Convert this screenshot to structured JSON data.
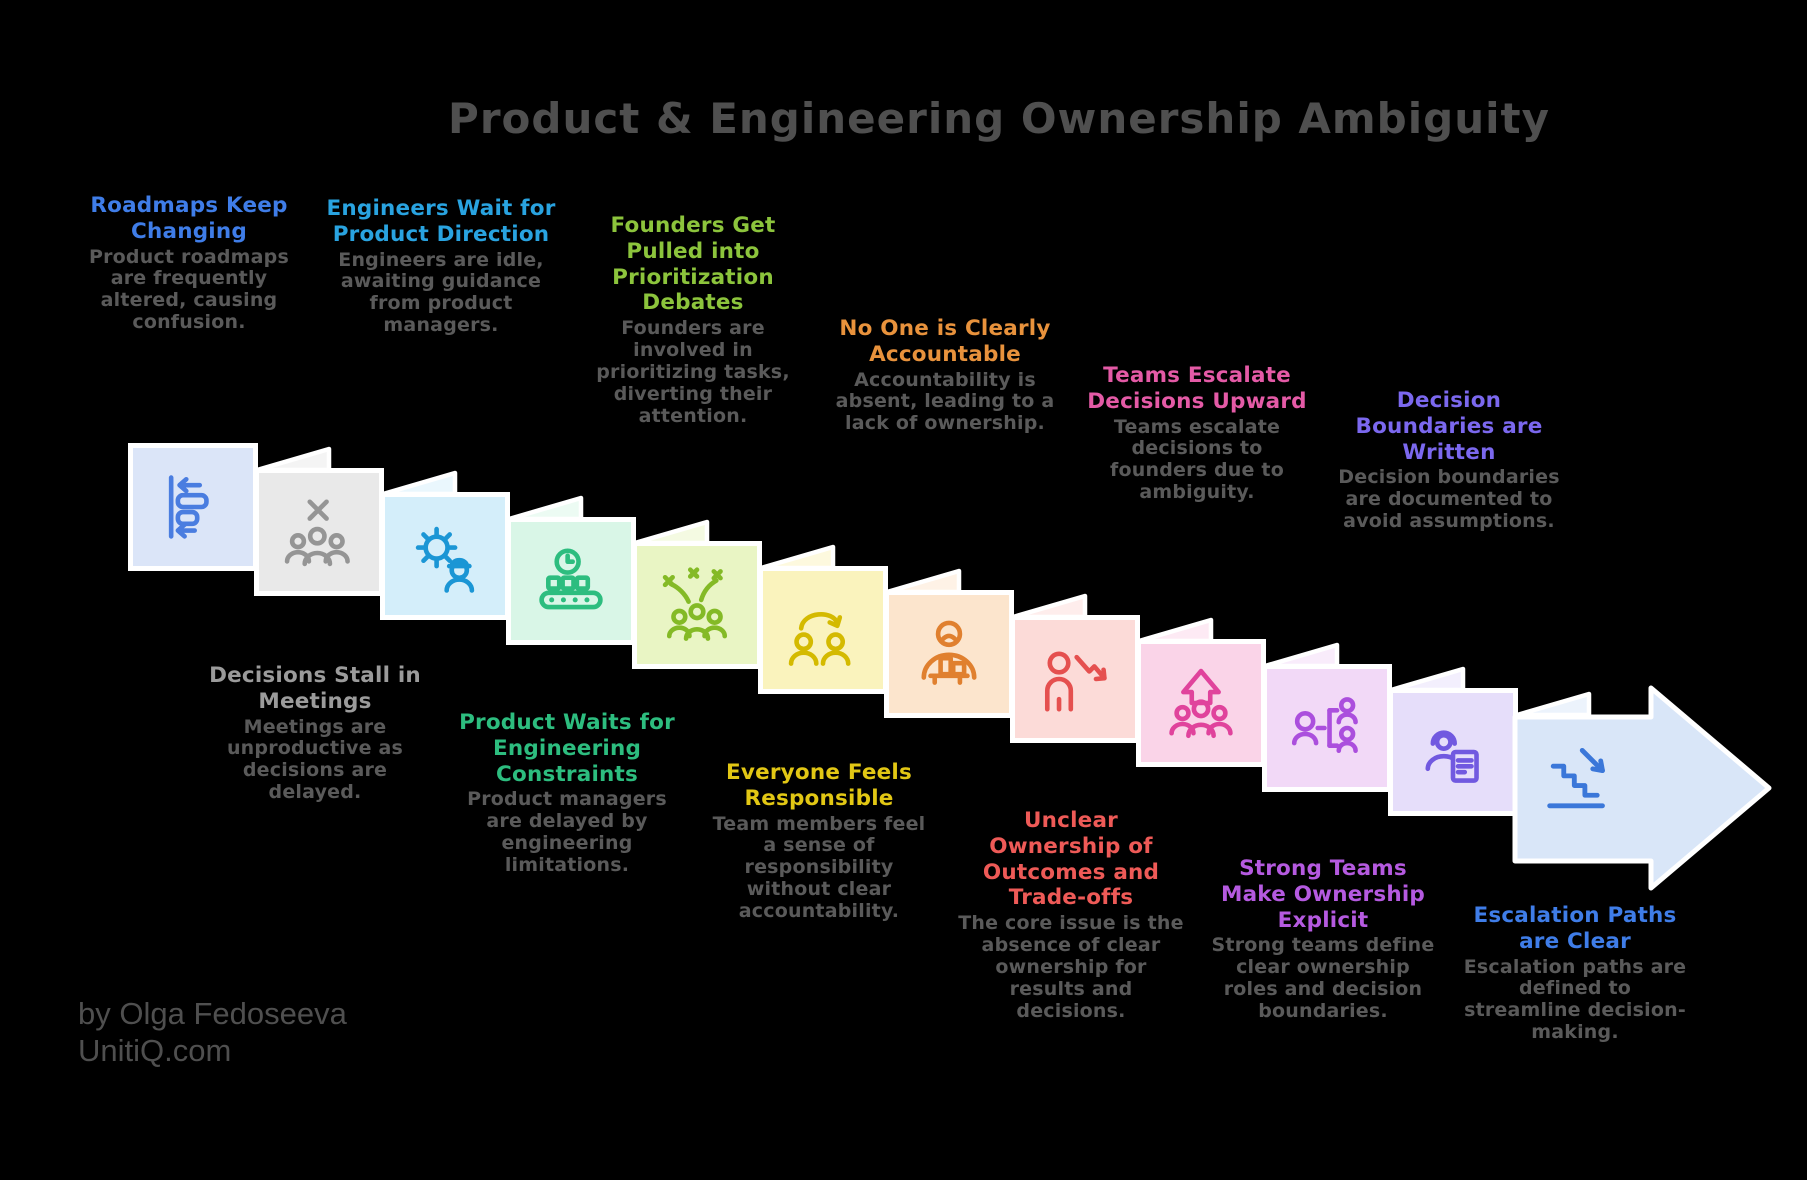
{
  "title": "Product & Engineering Ownership Ambiguity",
  "attribution": {
    "line1": "by Olga Fedoseeva",
    "line2": "UnitiQ.com"
  },
  "background_color": "#000000",
  "title_color": "#4f4f4f",
  "body_text_color": "#5a5a5a",
  "blocks": [
    {
      "heading": "Roadmaps Keep Changing",
      "body": "Product roadmaps are frequently altered, causing confusion.",
      "label_position": "top",
      "heading_color": "#3f7de8",
      "card_bg": "#dbe5f8",
      "icon_color": "#4a7de0",
      "icon": "roadmap-bars-icon"
    },
    {
      "heading": "Decisions Stall in Meetings",
      "body": "Meetings are unproductive as decisions are delayed.",
      "label_position": "bottom",
      "heading_color": "#9b9b9b",
      "card_bg": "#e9e9e9",
      "icon_color": "#959595",
      "icon": "team-x-icon"
    },
    {
      "heading": "Engineers Wait for Product Direction",
      "body": "Engineers are idle, awaiting guidance from product managers.",
      "label_position": "top",
      "heading_color": "#29a3e0",
      "card_bg": "#d4eefa",
      "icon_color": "#1b96d5",
      "icon": "gear-engineer-icon"
    },
    {
      "heading": "Product Waits for Engineering Constraints",
      "body": "Product managers are delayed by engineering limitations.",
      "label_position": "bottom",
      "heading_color": "#2dbd7f",
      "card_bg": "#d9f6e7",
      "icon_color": "#2dbd7f",
      "icon": "conveyor-clock-icon"
    },
    {
      "heading": "Founders Get Pulled into Prioritization Debates",
      "body": "Founders are involved in prioritizing tasks, diverting their attention.",
      "label_position": "top",
      "heading_color": "#8cc43c",
      "card_bg": "#e9f5c4",
      "icon_color": "#84ba26",
      "icon": "team-fireworks-icon"
    },
    {
      "heading": "Everyone Feels Responsible",
      "body": "Team members feel a sense of responsibility without clear accountability.",
      "label_position": "bottom",
      "heading_color": "#e2c714",
      "card_bg": "#faf3bd",
      "icon_color": "#d4ba00",
      "icon": "arc-arrow-people-icon"
    },
    {
      "heading": "No One is Clearly Accountable",
      "body": "Accountability is absent, leading to a lack of ownership.",
      "label_position": "top",
      "heading_color": "#e8923c",
      "card_bg": "#fce5cd",
      "icon_color": "#e0802f",
      "icon": "sad-person-desk-icon"
    },
    {
      "heading": "Unclear Ownership of Outcomes and Trade-offs",
      "body": "The core issue is the absence of clear ownership for results and decisions.",
      "label_position": "bottom",
      "heading_color": "#ee5a57",
      "card_bg": "#fcdbd8",
      "icon_color": "#e5504f",
      "icon": "person-decline-arrow-icon"
    },
    {
      "heading": "Teams Escalate Decisions Upward",
      "body": "Teams escalate decisions to founders due to ambiguity.",
      "label_position": "top",
      "heading_color": "#e45aa6",
      "card_bg": "#fad4e8",
      "icon_color": "#e0439c",
      "icon": "team-up-arrow-icon"
    },
    {
      "heading": "Strong Teams Make Ownership Explicit",
      "body": "Strong teams define clear ownership roles and decision boundaries.",
      "label_position": "bottom",
      "heading_color": "#b55ae0",
      "card_bg": "#f2d9f7",
      "icon_color": "#ab4fdd",
      "icon": "org-chart-icon"
    },
    {
      "heading": "Decision Boundaries are Written",
      "body": "Decision boundaries are documented to avoid assumptions.",
      "label_position": "top",
      "heading_color": "#7b68ee",
      "card_bg": "#e6defa",
      "icon_color": "#7159e0",
      "icon": "person-document-icon"
    },
    {
      "heading": "Escalation Paths are Clear",
      "body": "Escalation paths are defined to streamline decision-making.",
      "label_position": "bottom",
      "heading_color": "#3f7de8",
      "card_bg": "#d9e6f8",
      "icon_color": "#3b77d9",
      "icon": "stairs-down-arrow-icon"
    }
  ]
}
